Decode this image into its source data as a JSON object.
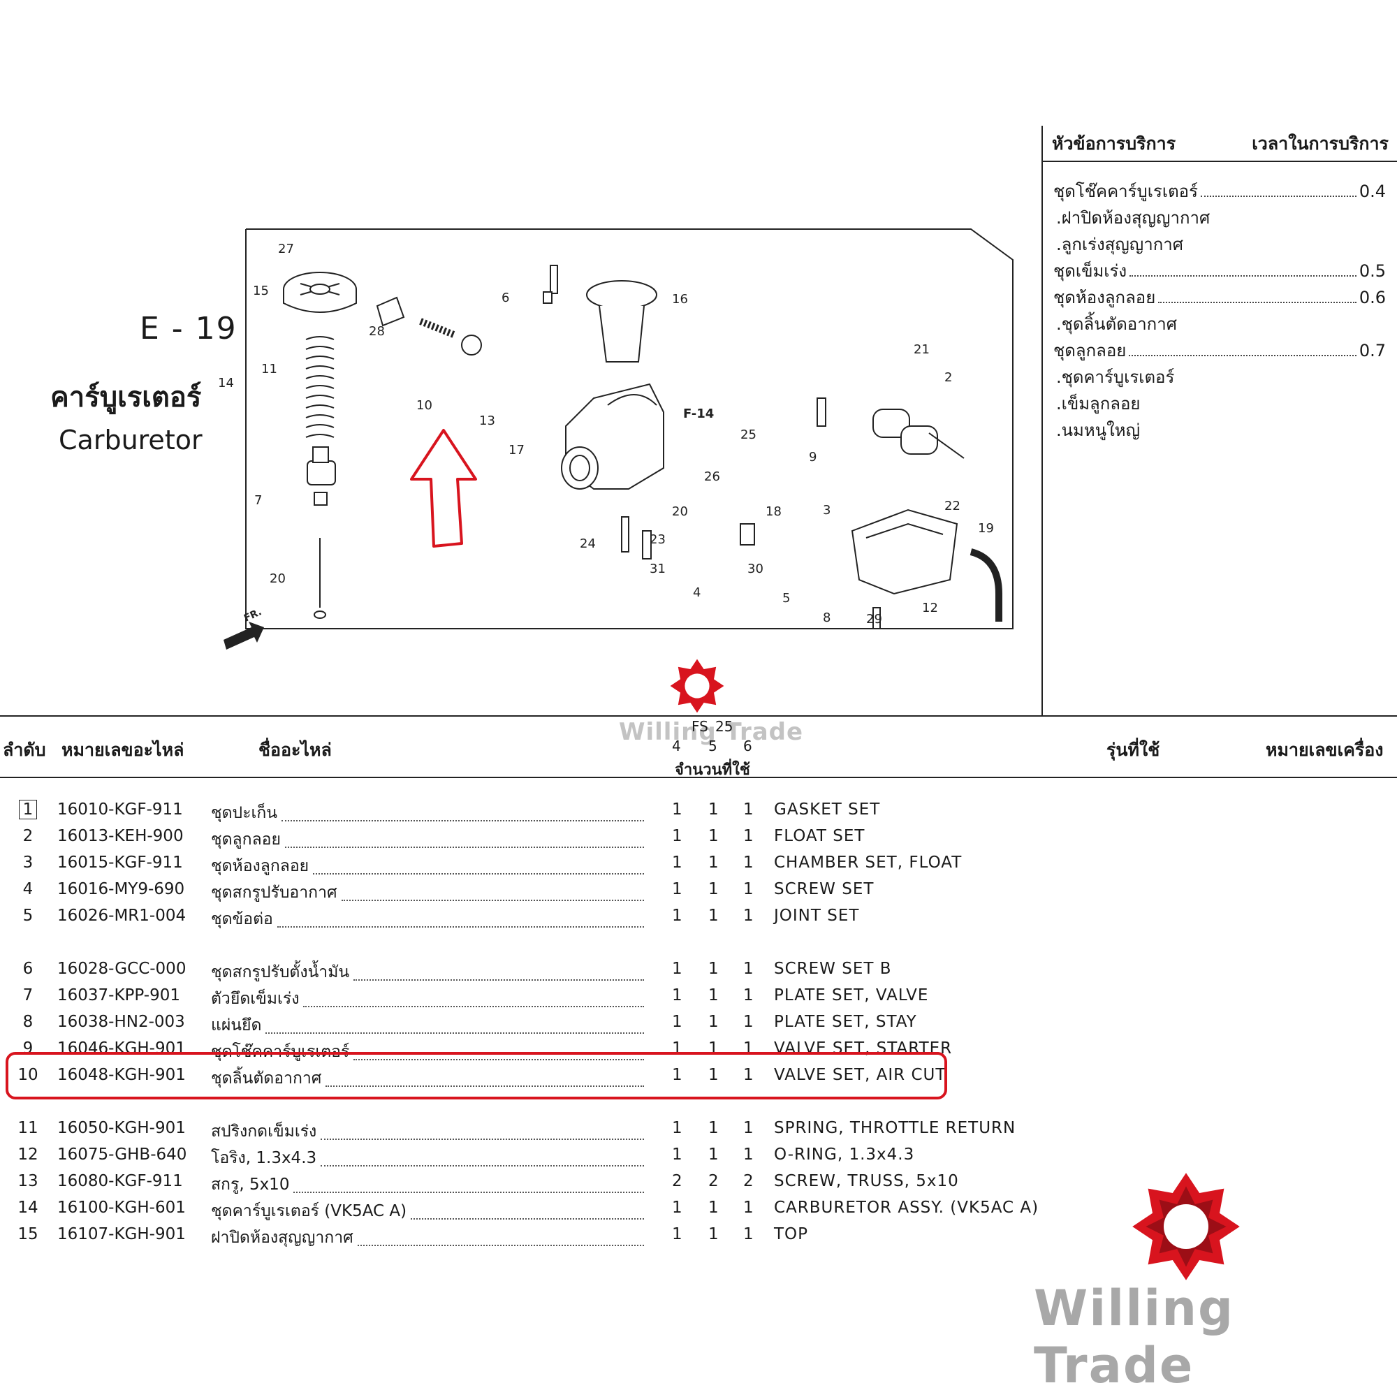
{
  "section_code": "E - 19",
  "title_th": "คาร์บูเรเตอร์",
  "title_en": "Carburetor",
  "service": {
    "head_topic": "หัวข้อการบริการ",
    "head_time": "เวลาในการบริการ",
    "items": [
      {
        "label": "ชุดโช๊คคาร์บูเรเตอร์",
        "time": "0.4",
        "sub": false
      },
      {
        "label": ".ฝาปิดห้องสุญญากาศ",
        "time": "",
        "sub": true
      },
      {
        "label": ".ลูกเร่งสุญญากาศ",
        "time": "",
        "sub": true
      },
      {
        "label": "ชุดเข็มเร่ง",
        "time": "0.5",
        "sub": false
      },
      {
        "label": "ชุดห้องลูกลอย",
        "time": "0.6",
        "sub": false
      },
      {
        "label": ".ชุดลิ้นตัดอากาศ",
        "time": "",
        "sub": true
      },
      {
        "label": "ชุดลูกลอย",
        "time": "0.7",
        "sub": false
      },
      {
        "label": ".ชุดคาร์บูเรเตอร์",
        "time": "",
        "sub": true
      },
      {
        "label": ".เข็มลูกลอย",
        "time": "",
        "sub": true
      },
      {
        "label": ".นมหนูใหญ่",
        "time": "",
        "sub": true
      }
    ]
  },
  "table": {
    "h_no": "ลำดับ",
    "h_part": "หมายเลขอะไหล่",
    "h_name": "ชื่ออะไหล่",
    "h_fs": "FS",
    "h_25": "25",
    "h_q4": "4",
    "h_q5": "5",
    "h_q6": "6",
    "h_qty": "จำนวนที่ใช้",
    "h_model": "รุ่นที่ใช้",
    "h_engine": "หมายเลขเครื่อง",
    "rows": [
      {
        "no": "1",
        "part": "16010-KGF-911",
        "name": "ชุดปะเก็น",
        "q": [
          "1",
          "1",
          "1"
        ],
        "en": "GASKET SET",
        "boxed": true
      },
      {
        "no": "2",
        "part": "16013-KEH-900",
        "name": "ชุดลูกลอย",
        "q": [
          "1",
          "1",
          "1"
        ],
        "en": "FLOAT SET"
      },
      {
        "no": "3",
        "part": "16015-KGF-911",
        "name": "ชุดห้องลูกลอย",
        "q": [
          "1",
          "1",
          "1"
        ],
        "en": "CHAMBER SET, FLOAT"
      },
      {
        "no": "4",
        "part": "16016-MY9-690",
        "name": "ชุดสกรูปรับอากาศ",
        "q": [
          "1",
          "1",
          "1"
        ],
        "en": "SCREW SET"
      },
      {
        "no": "5",
        "part": "16026-MR1-004",
        "name": "ชุดข้อต่อ",
        "q": [
          "1",
          "1",
          "1"
        ],
        "en": "JOINT SET"
      },
      {
        "no": "6",
        "part": "16028-GCC-000",
        "name": "ชุดสกรูปรับตั้งน้ำมัน",
        "q": [
          "1",
          "1",
          "1"
        ],
        "en": "SCREW SET B"
      },
      {
        "no": "7",
        "part": "16037-KPP-901",
        "name": "ตัวยึดเข็มเร่ง",
        "q": [
          "1",
          "1",
          "1"
        ],
        "en": "PLATE SET, VALVE"
      },
      {
        "no": "8",
        "part": "16038-HN2-003",
        "name": "แผ่นยึด",
        "q": [
          "1",
          "1",
          "1"
        ],
        "en": "PLATE SET, STAY"
      },
      {
        "no": "9",
        "part": "16046-KGH-901",
        "name": "ชุดโช๊คคาร์บูเรเตอร์",
        "q": [
          "1",
          "1",
          "1"
        ],
        "en": "VALVE SET, STARTER"
      },
      {
        "no": "10",
        "part": "16048-KGH-901",
        "name": "ชุดลิ้นตัดอากาศ",
        "q": [
          "1",
          "1",
          "1"
        ],
        "en": "VALVE SET, AIR CUT"
      },
      {
        "no": "11",
        "part": "16050-KGH-901",
        "name": "สปริงกดเข็มเร่ง",
        "q": [
          "1",
          "1",
          "1"
        ],
        "en": "SPRING, THROTTLE RETURN"
      },
      {
        "no": "12",
        "part": "16075-GHB-640",
        "name": "โอริง, 1.3x4.3",
        "q": [
          "1",
          "1",
          "1"
        ],
        "en": "O-RING, 1.3x4.3"
      },
      {
        "no": "13",
        "part": "16080-KGF-911",
        "name": "สกรู, 5x10",
        "q": [
          "2",
          "2",
          "2"
        ],
        "en": "SCREW, TRUSS, 5x10"
      },
      {
        "no": "14",
        "part": "16100-KGH-601",
        "name": "ชุดคาร์บูเรเตอร์ (VK5AC A)",
        "q": [
          "1",
          "1",
          "1"
        ],
        "en": "CARBURETOR ASSY. (VK5AC A)"
      },
      {
        "no": "15",
        "part": "16107-KGH-901",
        "name": "ฝาปิดห้องสุญญากาศ",
        "q": [
          "1",
          "1",
          "1"
        ],
        "en": "TOP"
      }
    ]
  },
  "diagram": {
    "callouts": [
      "27",
      "15",
      "28",
      "6",
      "16",
      "14",
      "11",
      "10",
      "13",
      "17",
      "F-14",
      "25",
      "21",
      "2",
      "9",
      "26",
      "7",
      "20",
      "18",
      "3",
      "22",
      "19",
      "24",
      "23",
      "31",
      "30",
      "4",
      "5",
      "8",
      "29",
      "12",
      "FR."
    ]
  },
  "watermark": "Willing Trade",
  "colors": {
    "accent": "#d8141e",
    "ink": "#1a1a1a",
    "watermark": "#a8a8a8"
  }
}
